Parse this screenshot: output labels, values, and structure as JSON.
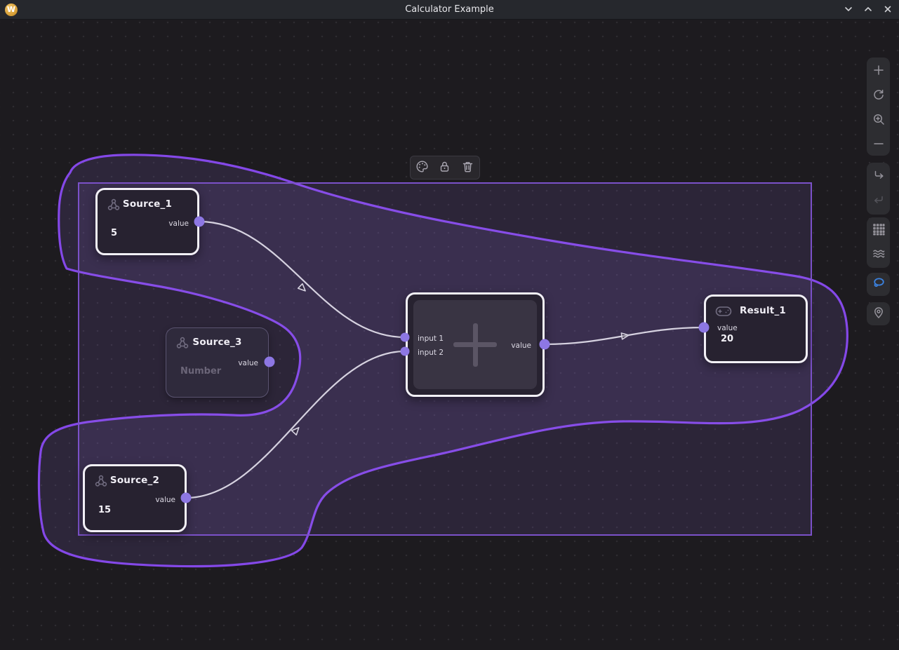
{
  "window": {
    "title": "Calculator Example",
    "logo_letter": "W",
    "control_icons": [
      "chevron-down",
      "chevron-up",
      "close"
    ]
  },
  "selection_toolbar": {
    "icons": [
      "palette",
      "lock",
      "trash"
    ]
  },
  "side_toolbar": {
    "zoom_group_icons": [
      "plus",
      "rotate-cw",
      "zoom-in",
      "minus"
    ],
    "history_group_icons": [
      "redo",
      "undo"
    ],
    "view_group_icons": [
      "dot-grid",
      "waves"
    ],
    "tool_icons": [
      "lasso",
      "location-pin"
    ],
    "active_tool": "lasso"
  },
  "nodes": {
    "source_1": {
      "title": "Source_1",
      "port_label": "value",
      "value": "5"
    },
    "source_2": {
      "title": "Source_2",
      "port_label": "value",
      "value": "15"
    },
    "source_3": {
      "title": "Source_3",
      "port_label": "value",
      "placeholder": "Number"
    },
    "add": {
      "input1_label": "input 1",
      "input2_label": "input 2",
      "output_label": "value"
    },
    "result_1": {
      "title": "Result_1",
      "port_label": "value",
      "value": "20"
    }
  },
  "colors": {
    "lasso_stroke": "#8448e8",
    "selection_rect_border": "#7b51c9",
    "selection_fill": "rgba(158,118,240,0.13)",
    "port_fill": "#8d77e3",
    "edge": "#d6d2e0",
    "active_tool_blue": "#3b82e0",
    "logo_gold": "#dca33f"
  }
}
